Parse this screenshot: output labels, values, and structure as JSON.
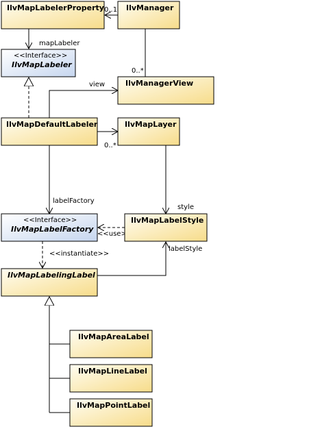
{
  "classes": {
    "property": "IlvMapLabelerProperty",
    "manager": "IlvManager",
    "labeler_stereo": "<<Interface>>",
    "labeler": "IlvMapLabeler",
    "manager_view": "IlvManagerView",
    "default_labeler": "IlvMapDefaultLabeler",
    "map_layer": "IlvMapLayer",
    "factory_stereo": "<<Interface>>",
    "factory": "IlvMapLabelFactory",
    "label_style": "IlvMapLabelStyle",
    "labeling_label": "IlvMapLabelingLabel",
    "area_label": "IlvMapAreaLabel",
    "line_label": "IlvMapLineLabel",
    "point_label": "IlvMapPointLabel"
  },
  "labels": {
    "mult_01": "0..1",
    "map_labeler": "mapLabeler",
    "mult_0n_view": "0..*",
    "view": "view",
    "mult_0n_layer": "0..*",
    "label_factory": "labelFactory",
    "style": "style",
    "use": "<<use>>",
    "instantiate": "<<instantiate>>",
    "label_style": "labelStyle"
  },
  "colors": {
    "class_fill_light": "#fffbe8",
    "class_fill_dark": "#fbe39a",
    "interface_fill_light": "#ffffff",
    "interface_fill_dark": "#c8d8f0",
    "border": "#000000"
  }
}
